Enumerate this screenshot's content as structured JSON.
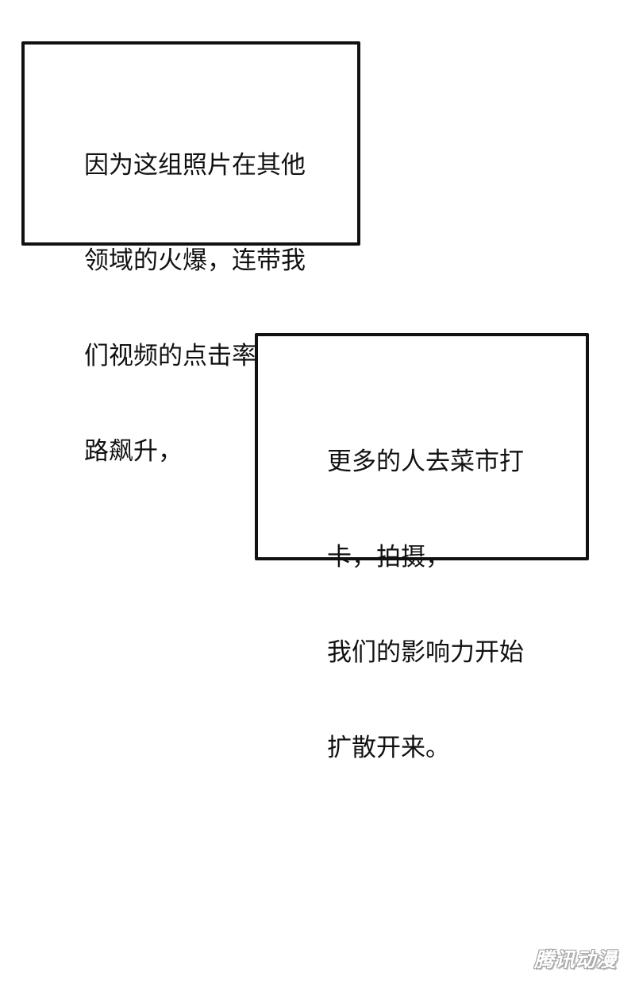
{
  "captions": [
    {
      "lines": [
        "因为这组照片在其他",
        "领域的火爆，连带我",
        "们视频的点击率也一",
        "路飙升，"
      ]
    },
    {
      "lines": [
        "更多的人去菜市打",
        "卡，拍摄，",
        "我们的影响力开始",
        "扩散开来。"
      ]
    }
  ],
  "watermark": "腾讯动漫",
  "colors": {
    "border": "#111111",
    "text": "#111111",
    "background": "#ffffff"
  }
}
